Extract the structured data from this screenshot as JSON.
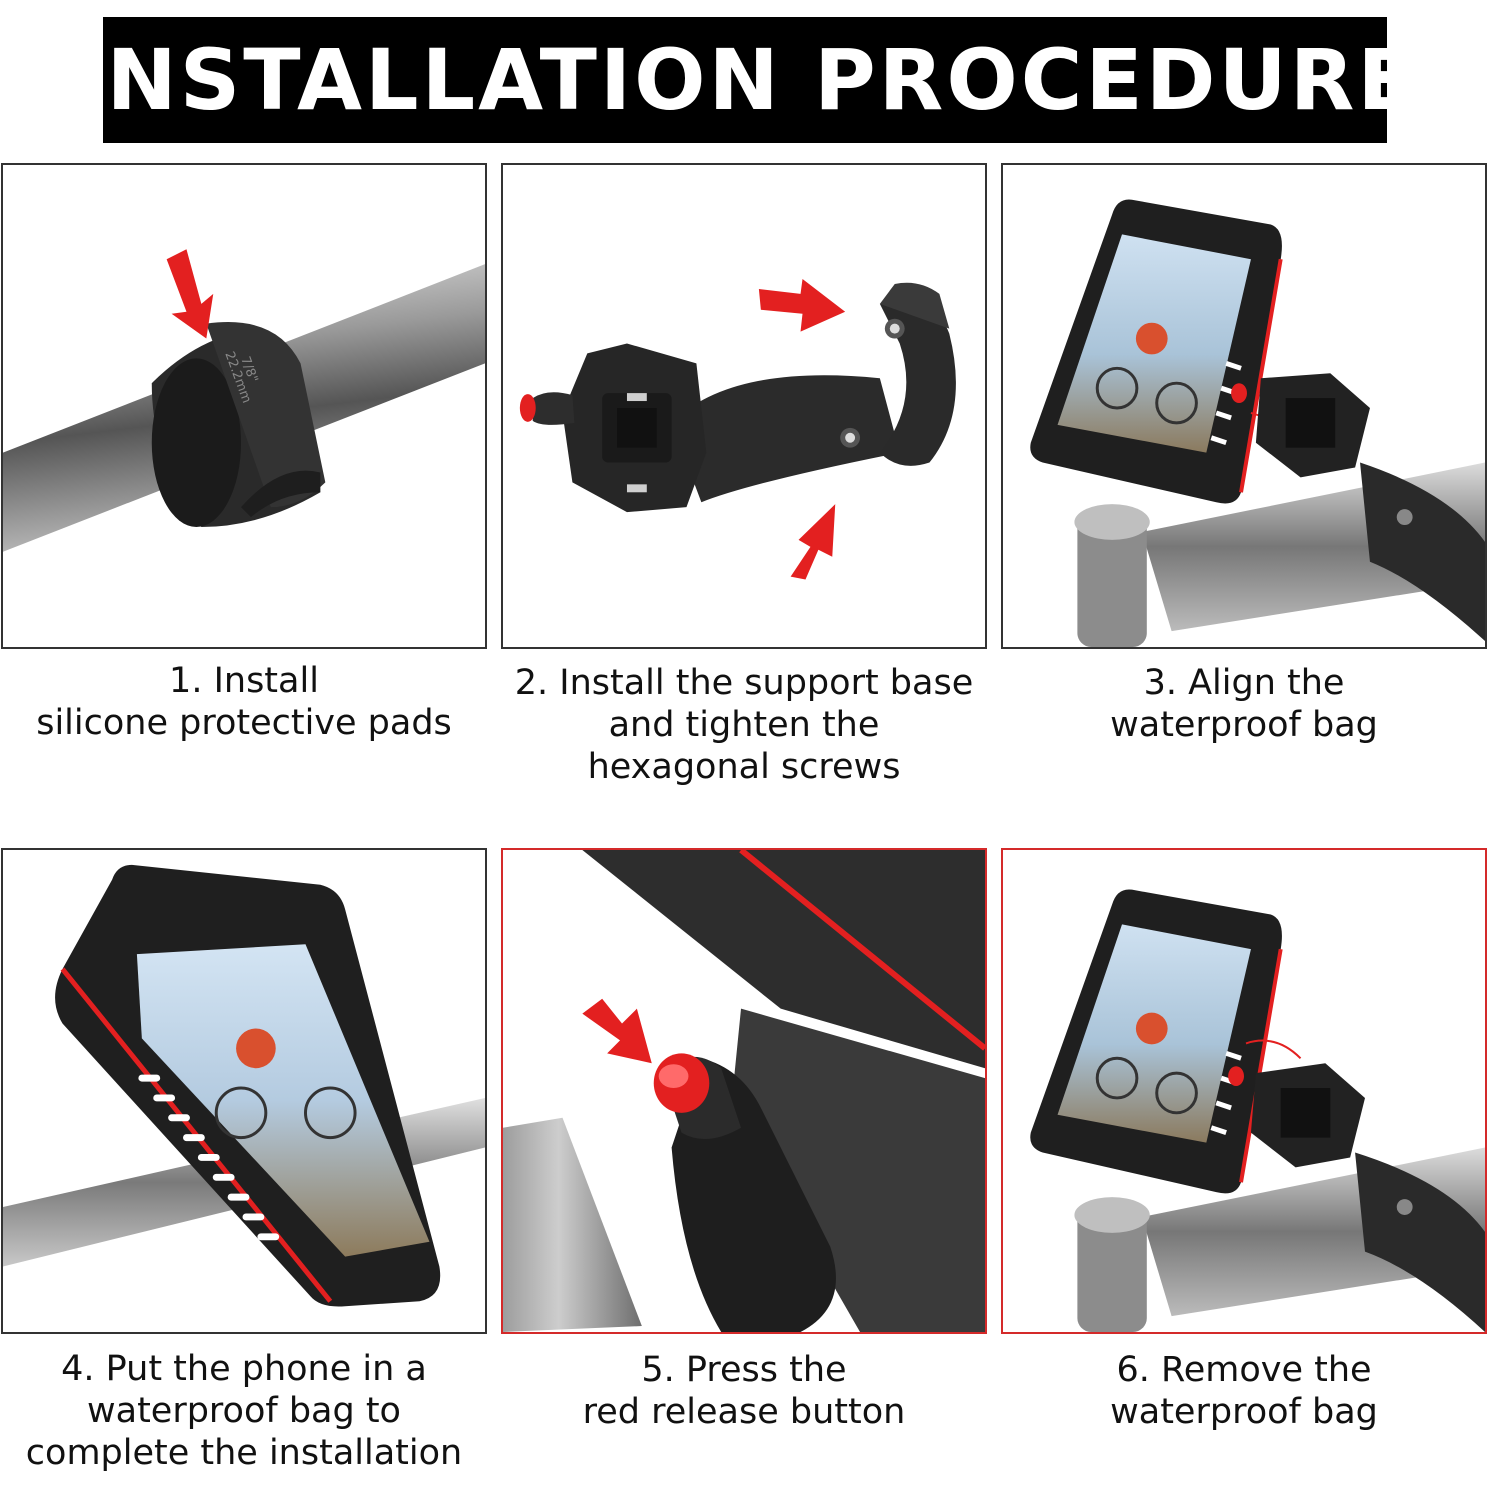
{
  "title": "INSTALLATION PROCEDURE",
  "colors": {
    "accent": "#e32020",
    "frame": "#333333",
    "highlight_frame": "#d42a2a",
    "title_bg": "#000000"
  },
  "steps": [
    {
      "lines": [
        "1. Install",
        "silicone protective pads"
      ],
      "pad_text": [
        "7/8\"",
        "22.2mm"
      ]
    },
    {
      "lines": [
        "2. Install the support base",
        "and tighten the",
        "hexagonal screws"
      ]
    },
    {
      "lines": [
        "3. Align the",
        "waterproof bag"
      ]
    },
    {
      "lines": [
        "4. Put the phone in a",
        "waterproof bag to",
        "complete the installation"
      ]
    },
    {
      "lines": [
        "5. Press the",
        "red release button"
      ]
    },
    {
      "lines": [
        "6. Remove the",
        "waterproof bag"
      ]
    }
  ]
}
